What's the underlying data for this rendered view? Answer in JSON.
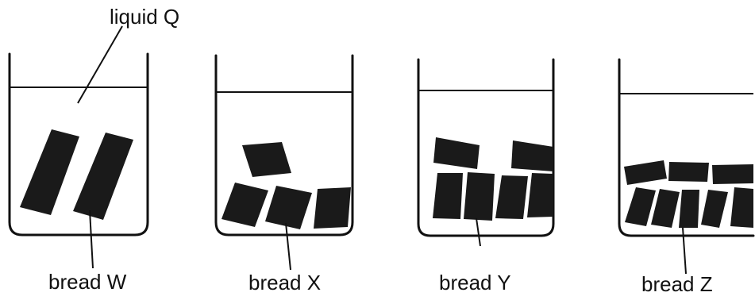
{
  "labels": {
    "liquid": "liquid Q",
    "bread_w": "bread W",
    "bread_x": "bread X",
    "bread_y": "bread Y",
    "bread_z": "bread Z"
  },
  "beakers": [
    {
      "id": "W",
      "piece_count": 2
    },
    {
      "id": "X",
      "piece_count": 4
    },
    {
      "id": "Y",
      "piece_count": 6
    },
    {
      "id": "Z",
      "piece_count": 8
    }
  ],
  "colors": {
    "ink": "#111111",
    "bread": "#1a1a1a",
    "background": "#ffffff"
  }
}
